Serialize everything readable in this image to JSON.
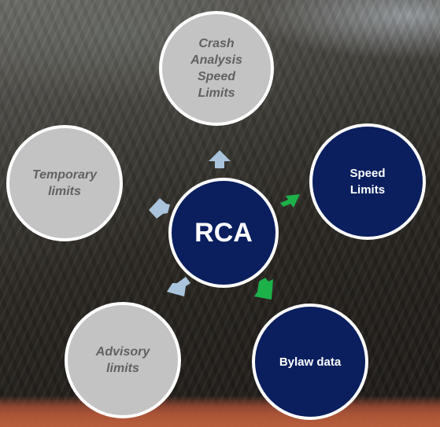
{
  "diagram": {
    "center": {
      "label": "RCA"
    },
    "nodes": [
      {
        "id": "crash",
        "label": "Crash\nAnalysis\nSpeed\nLimits",
        "style": "grey"
      },
      {
        "id": "speed",
        "label": "Speed\nLimits",
        "style": "navy"
      },
      {
        "id": "bylaw",
        "label": "Bylaw data",
        "style": "navy"
      },
      {
        "id": "advisory",
        "label": "Advisory\nlimits",
        "style": "grey"
      },
      {
        "id": "temporary",
        "label": "Temporary\nlimits",
        "style": "grey"
      }
    ],
    "arrows": [
      {
        "to": "crash",
        "color": "#a9c4dc"
      },
      {
        "to": "speed",
        "color": "#1db14a"
      },
      {
        "to": "bylaw",
        "color": "#1db14a"
      },
      {
        "to": "advisory",
        "color": "#a9c4dc"
      },
      {
        "to": "temporary",
        "color": "#a9c4dc"
      }
    ],
    "colors": {
      "navy": "#0b1f5e",
      "grey": "#c3c3c3",
      "grey_text": "#616161",
      "outline": "#ffffff",
      "green_arrow": "#1db14a",
      "blue_arrow": "#a9c4dc"
    }
  }
}
